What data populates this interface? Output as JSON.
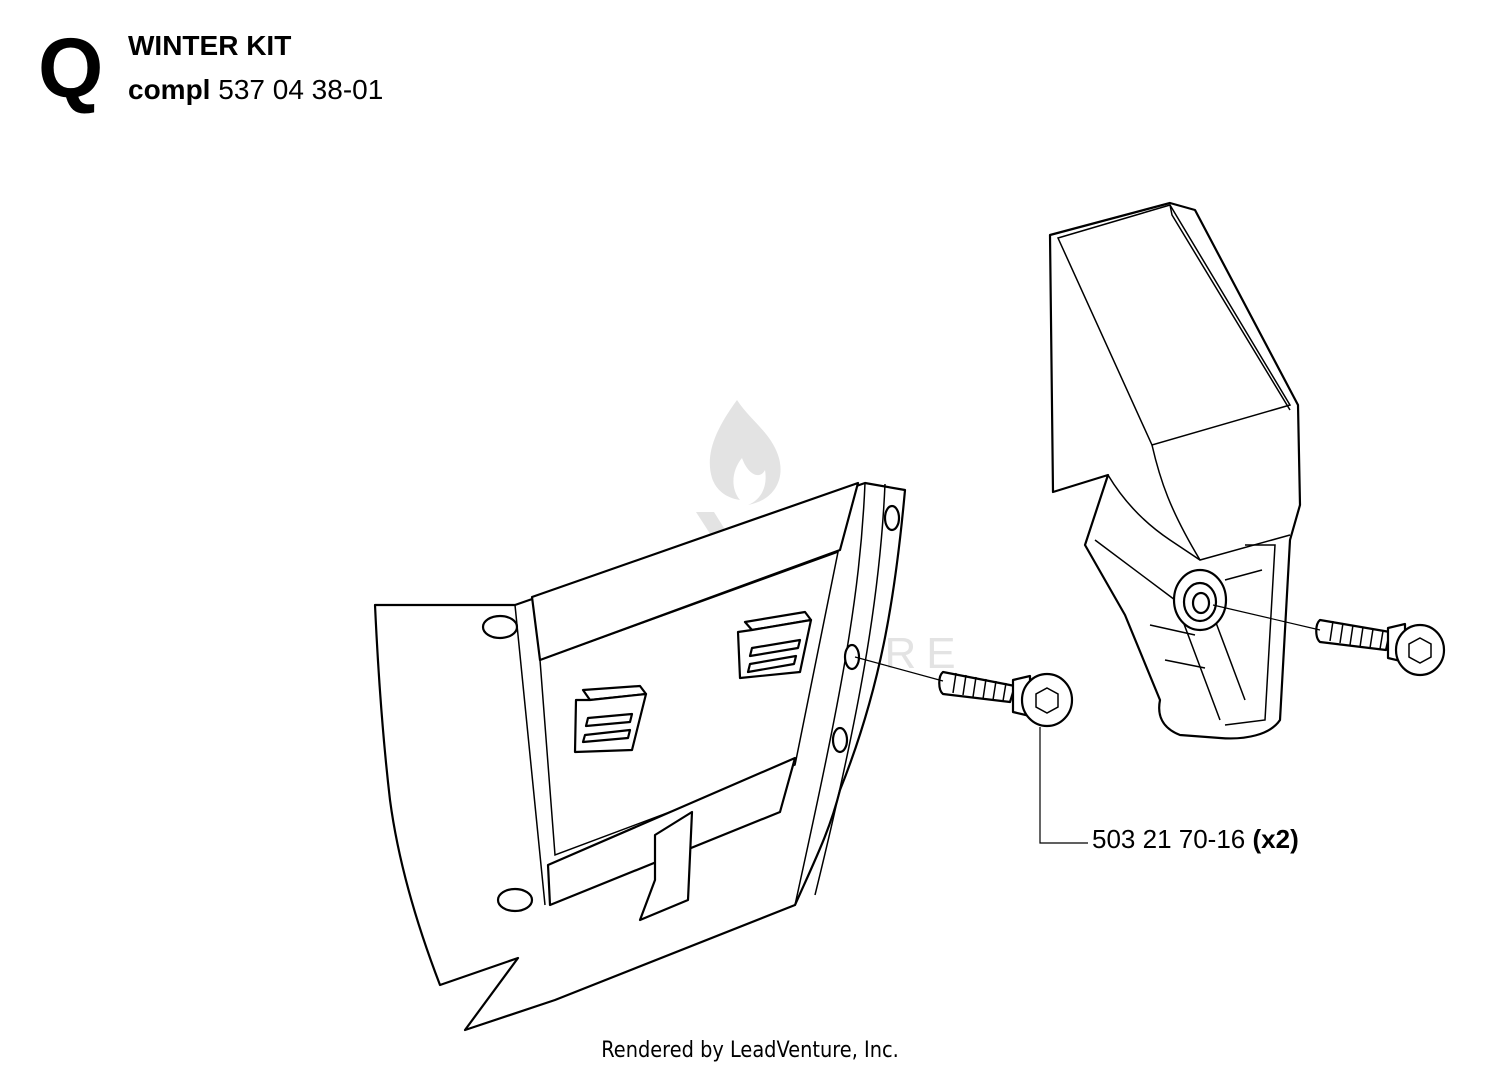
{
  "header": {
    "section_letter": "Q",
    "title": "WINTER KIT",
    "subtitle_bold": "compl",
    "subtitle_number": "537 04 38-01"
  },
  "parts": [
    {
      "part_number": "503 21 70-16",
      "quantity": "(x2)"
    }
  ],
  "watermark": {
    "text": "LEADVENTURE",
    "color": "#e3e3e3"
  },
  "footer": {
    "credit": "Rendered by LeadVenture, Inc."
  }
}
